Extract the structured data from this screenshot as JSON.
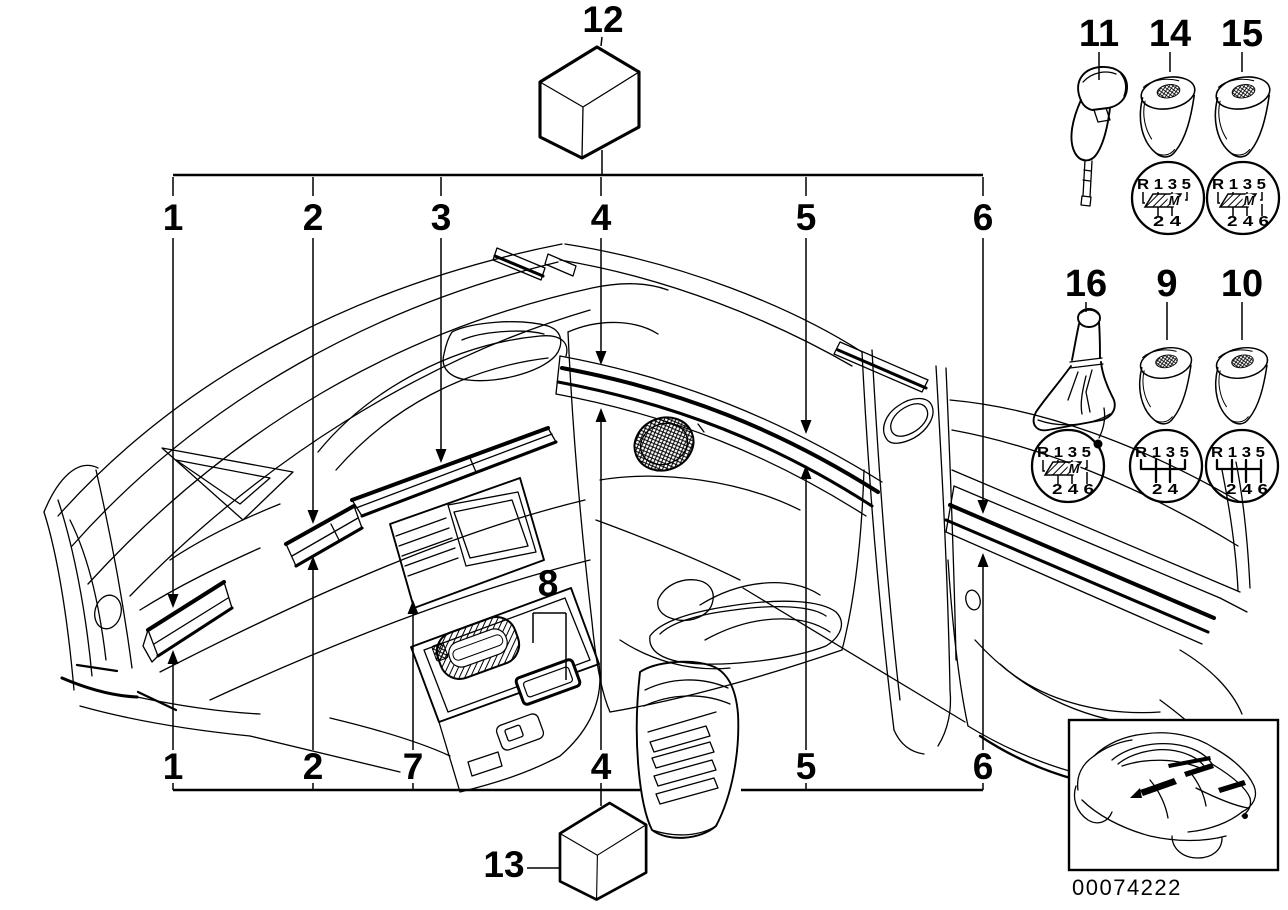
{
  "callouts": {
    "top": [
      "1",
      "2",
      "3",
      "4",
      "5",
      "6"
    ],
    "bottom": [
      "1",
      "2",
      "7",
      "4",
      "5",
      "6"
    ],
    "console_group": "8",
    "kit_top": "12",
    "kit_bottom": "13"
  },
  "knobs": {
    "row1": [
      {
        "label": "11"
      },
      {
        "label": "14",
        "pattern": {
          "top": "R 1 3 5",
          "mark": "M",
          "bottom": "2 4"
        }
      },
      {
        "label": "15",
        "pattern": {
          "top": "R 1 3 5",
          "mark": "M",
          "bottom": "2 4 6"
        }
      }
    ],
    "row2": [
      {
        "label": "16",
        "pattern": {
          "top": "R 1 3 5",
          "mark": "M",
          "bottom": "2 4 6"
        }
      },
      {
        "label": "9",
        "pattern": {
          "top": "R 1 3 5",
          "bottom": "2 4"
        }
      },
      {
        "label": "10",
        "pattern": {
          "top": "R 1 3 5",
          "bottom": "2 4 6"
        }
      }
    ]
  },
  "inset": {
    "image_number": "00074222"
  },
  "colors": {
    "ink": "#000000",
    "paper": "#ffffff"
  }
}
